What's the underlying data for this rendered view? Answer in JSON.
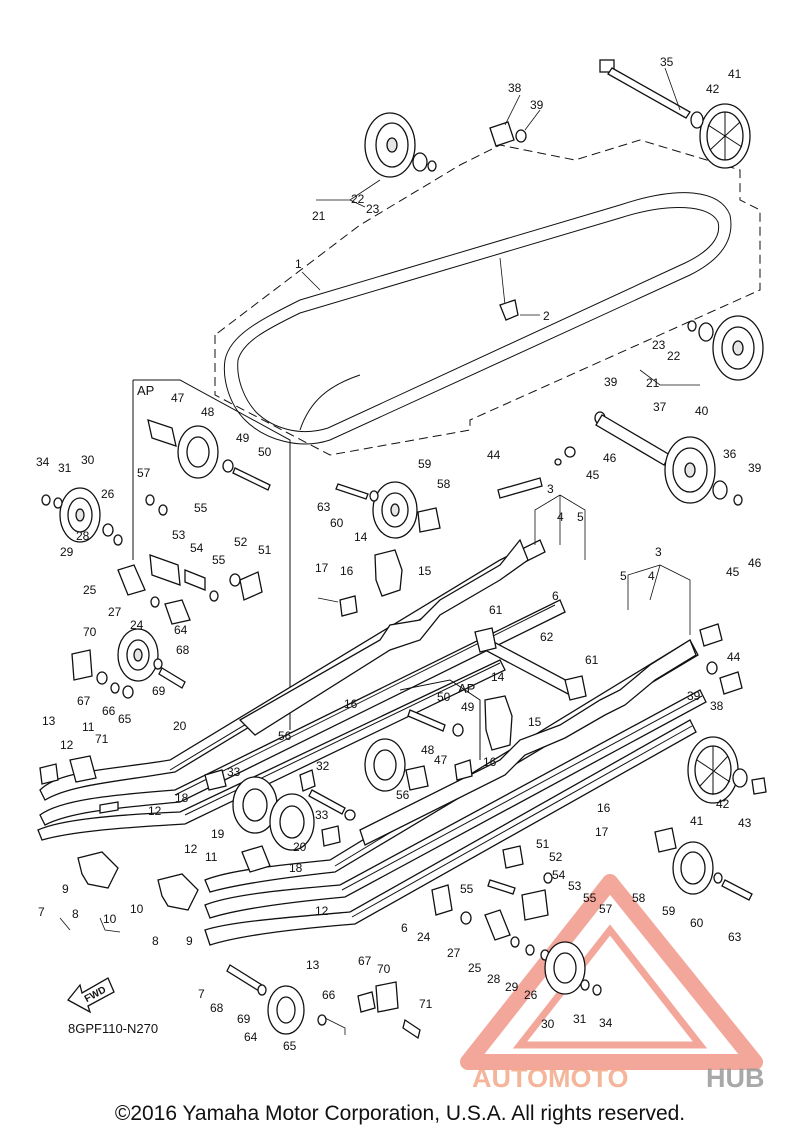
{
  "diagram": {
    "figure_code": "8GPF110-N270",
    "fwd_label": "FWD",
    "ap_label": "AP",
    "callouts": [
      "1",
      "2",
      "3",
      "4",
      "5",
      "6",
      "7",
      "8",
      "9",
      "10",
      "11",
      "12",
      "13",
      "14",
      "15",
      "16",
      "17",
      "18",
      "19",
      "20",
      "21",
      "22",
      "23",
      "24",
      "25",
      "26",
      "27",
      "28",
      "29",
      "30",
      "31",
      "32",
      "33",
      "34",
      "35",
      "36",
      "37",
      "38",
      "39",
      "40",
      "41",
      "42",
      "43",
      "44",
      "45",
      "46",
      "47",
      "48",
      "49",
      "50",
      "51",
      "52",
      "53",
      "54",
      "55",
      "56",
      "57",
      "58",
      "59",
      "60",
      "61",
      "62",
      "63",
      "64",
      "65",
      "66",
      "67",
      "68",
      "69",
      "70",
      "71"
    ]
  },
  "watermark": {
    "text_part1": "AUTOMOTO",
    "text_part2": "HUB",
    "color_part1": "#f4a98a",
    "color_part2": "#9a9a9a",
    "logo_color": "#f08a7a"
  },
  "footer": {
    "copyright": "©2016 Yamaha Motor Corporation, U.S.A. All rights reserved."
  }
}
